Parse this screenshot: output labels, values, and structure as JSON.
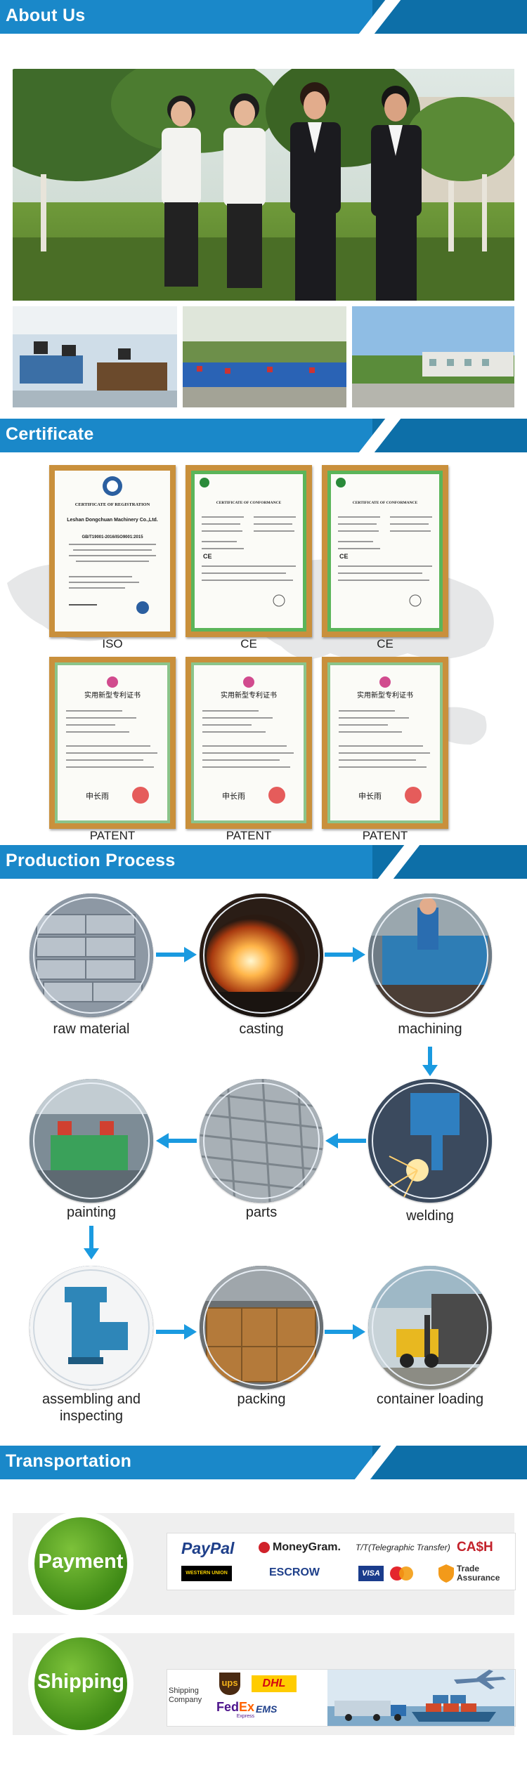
{
  "sections": {
    "about": "About Us",
    "certificate": "Certificate",
    "production": "Production Process",
    "transportation": "Transportation"
  },
  "certificates": {
    "row1": [
      "ISO",
      "CE",
      "CE"
    ],
    "row2": [
      "PATENT",
      "PATENT",
      "PATENT"
    ],
    "iso_title": "CERTIFICATE OF REGISTRATION",
    "iso_company": "Leshan Dongchuan Machinery Co.,Ltd.",
    "iso_standard": "GB/T19001-2016/ISO9001:2015",
    "ce_title": "CERTIFICATE OF CONFORMANCE",
    "patent_title": "实用新型专利证书"
  },
  "process": {
    "steps": [
      {
        "label": "raw material"
      },
      {
        "label": "casting"
      },
      {
        "label": "machining"
      },
      {
        "label": "welding"
      },
      {
        "label": "parts"
      },
      {
        "label": "painting"
      },
      {
        "label": "assembling and inspecting"
      },
      {
        "label": "packing"
      },
      {
        "label": "container loading"
      }
    ]
  },
  "payment": {
    "badge": "Payment",
    "paypal": "PayPal",
    "moneygram": "MoneyGram.",
    "tt": "T/T(Telegraphic Transfer)",
    "cash": "CA$H",
    "western_union": "WESTERN UNION",
    "escrow": "ESCROW",
    "visa": "VISA",
    "trade_assurance_1": "Trade",
    "trade_assurance_2": "Assurance"
  },
  "shipping": {
    "badge": "Shipping",
    "company_1": "Shipping",
    "company_2": "Company",
    "ups": "ups",
    "dhl": "DHL",
    "fedex_1": "Fed",
    "fedex_2": "Ex",
    "fedex_3": "Express",
    "ems": "EMS"
  },
  "colors": {
    "header_blue": "#1a88c9",
    "header_dark": "#0d6fa8",
    "arrow_blue": "#1a9ae0",
    "badge_green": "#4f9c1e",
    "cert_frame": "#c9903c"
  }
}
